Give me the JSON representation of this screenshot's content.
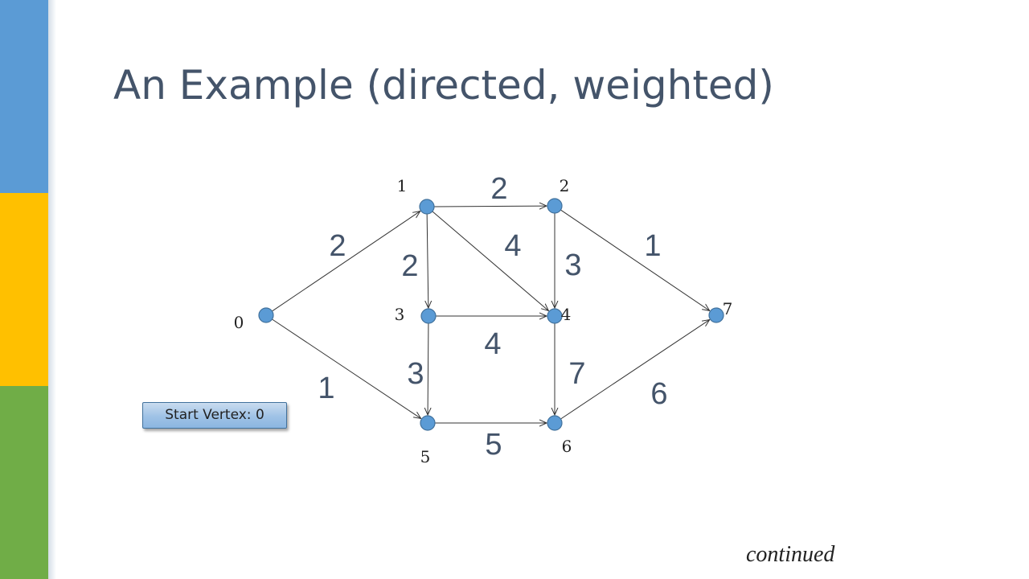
{
  "slide": {
    "title": "An Example (directed, weighted)",
    "accent_colors": {
      "blue": "#5B9BD5",
      "yellow": "#FFC000",
      "green": "#70AD47",
      "title_text": "#44546A"
    },
    "start_box_label": "Start Vertex: 0",
    "footer_note": "continued"
  },
  "graph": {
    "directed": true,
    "weighted": true,
    "vertices": [
      {
        "id": "0",
        "label": "0"
      },
      {
        "id": "1",
        "label": "1"
      },
      {
        "id": "2",
        "label": "2"
      },
      {
        "id": "3",
        "label": "3"
      },
      {
        "id": "4",
        "label": "4"
      },
      {
        "id": "5",
        "label": "5"
      },
      {
        "id": "6",
        "label": "6"
      },
      {
        "id": "7",
        "label": "7"
      }
    ],
    "edges": [
      {
        "from": "0",
        "to": "1",
        "weight": "2"
      },
      {
        "from": "0",
        "to": "5",
        "weight": "1"
      },
      {
        "from": "1",
        "to": "2",
        "weight": "2"
      },
      {
        "from": "1",
        "to": "3",
        "weight": "2"
      },
      {
        "from": "1",
        "to": "4",
        "weight": "4"
      },
      {
        "from": "2",
        "to": "4",
        "weight": "3"
      },
      {
        "from": "2",
        "to": "7",
        "weight": "1"
      },
      {
        "from": "3",
        "to": "4",
        "weight": "4"
      },
      {
        "from": "3",
        "to": "5",
        "weight": "3"
      },
      {
        "from": "4",
        "to": "6",
        "weight": "7"
      },
      {
        "from": "5",
        "to": "6",
        "weight": "5"
      },
      {
        "from": "6",
        "to": "7",
        "weight": "6"
      }
    ]
  }
}
